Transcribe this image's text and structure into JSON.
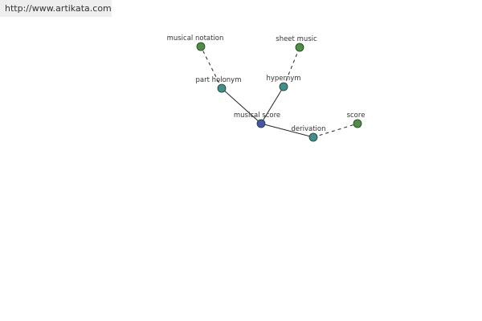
{
  "site_url": "http://www.artikata.com",
  "colors": {
    "center_node": "#4455aa",
    "relation_node": "#3f8f8f",
    "leaf_node": "#4e8f45",
    "banner_bg": "#eeeeee"
  },
  "graph": {
    "center": {
      "label": "musical score"
    },
    "relations": [
      {
        "label": "part holonym"
      },
      {
        "label": "hypernym"
      },
      {
        "label": "derivation"
      }
    ],
    "leaves": [
      {
        "label": "musical notation"
      },
      {
        "label": "sheet music"
      },
      {
        "label": "score"
      }
    ]
  }
}
